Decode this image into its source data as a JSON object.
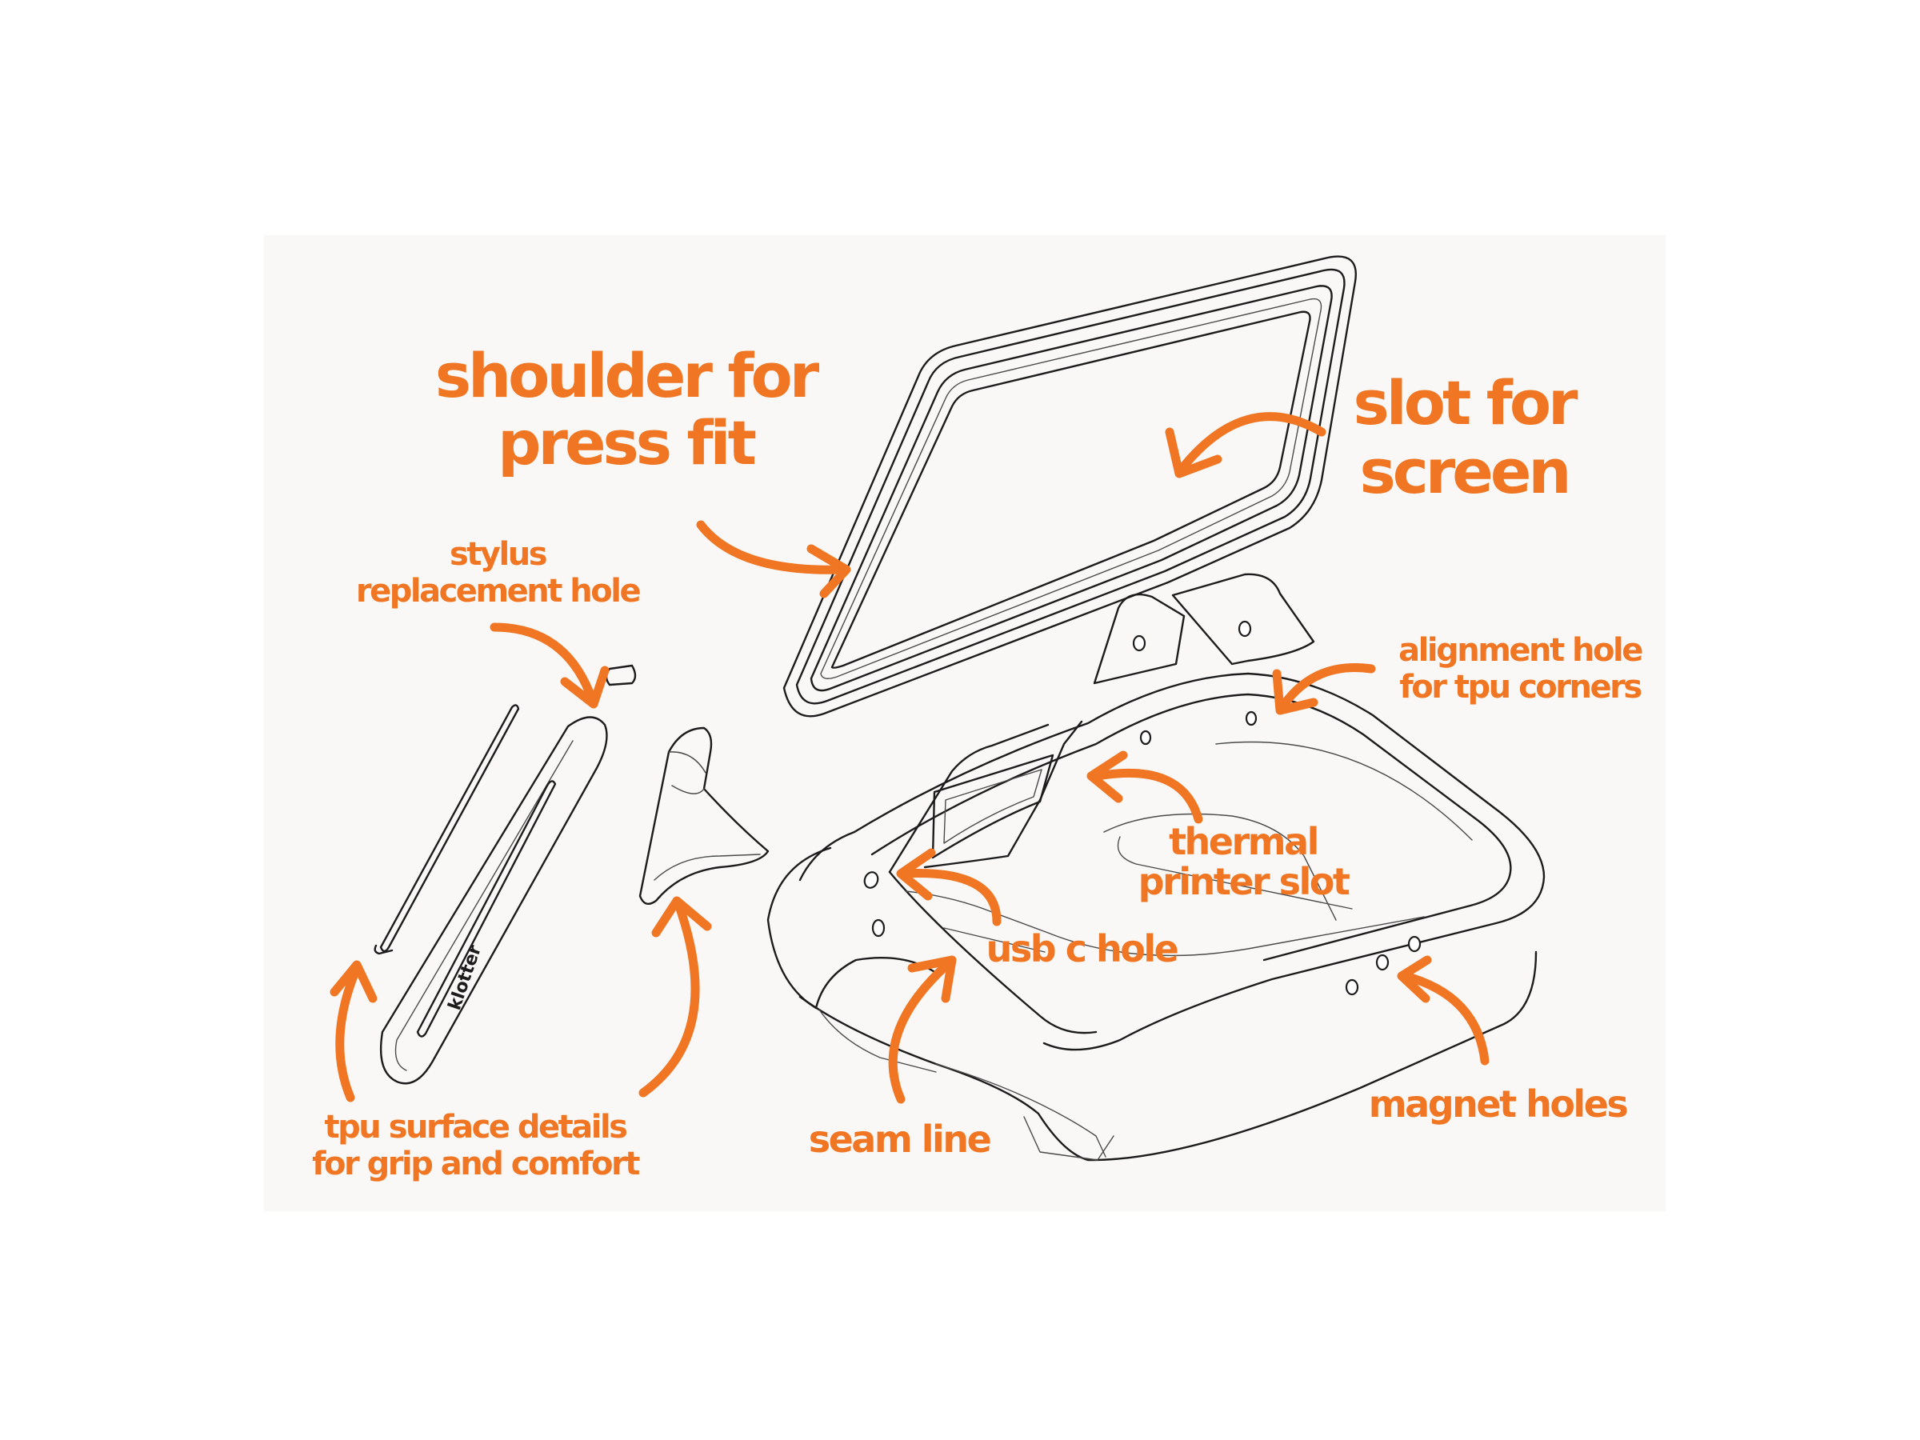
{
  "labels": {
    "shoulder": [
      "shoulder for",
      "press fit"
    ],
    "slot_screen": [
      "slot for",
      "screen"
    ],
    "stylus": [
      "stylus",
      "replacement hole"
    ],
    "alignment": [
      "alignment hole",
      "for tpu corners"
    ],
    "thermal": [
      "thermal",
      "printer slot"
    ],
    "usb": "usb c hole",
    "tpu": [
      "tpu surface details",
      "for grip and comfort"
    ],
    "seam": "seam line",
    "magnet": "magnet holes"
  },
  "brand_text": "klotter",
  "colors": {
    "accent": "#f07623",
    "paper": "#f9f8f6",
    "linework": "#1c1c1c",
    "background": "#ffffff"
  }
}
